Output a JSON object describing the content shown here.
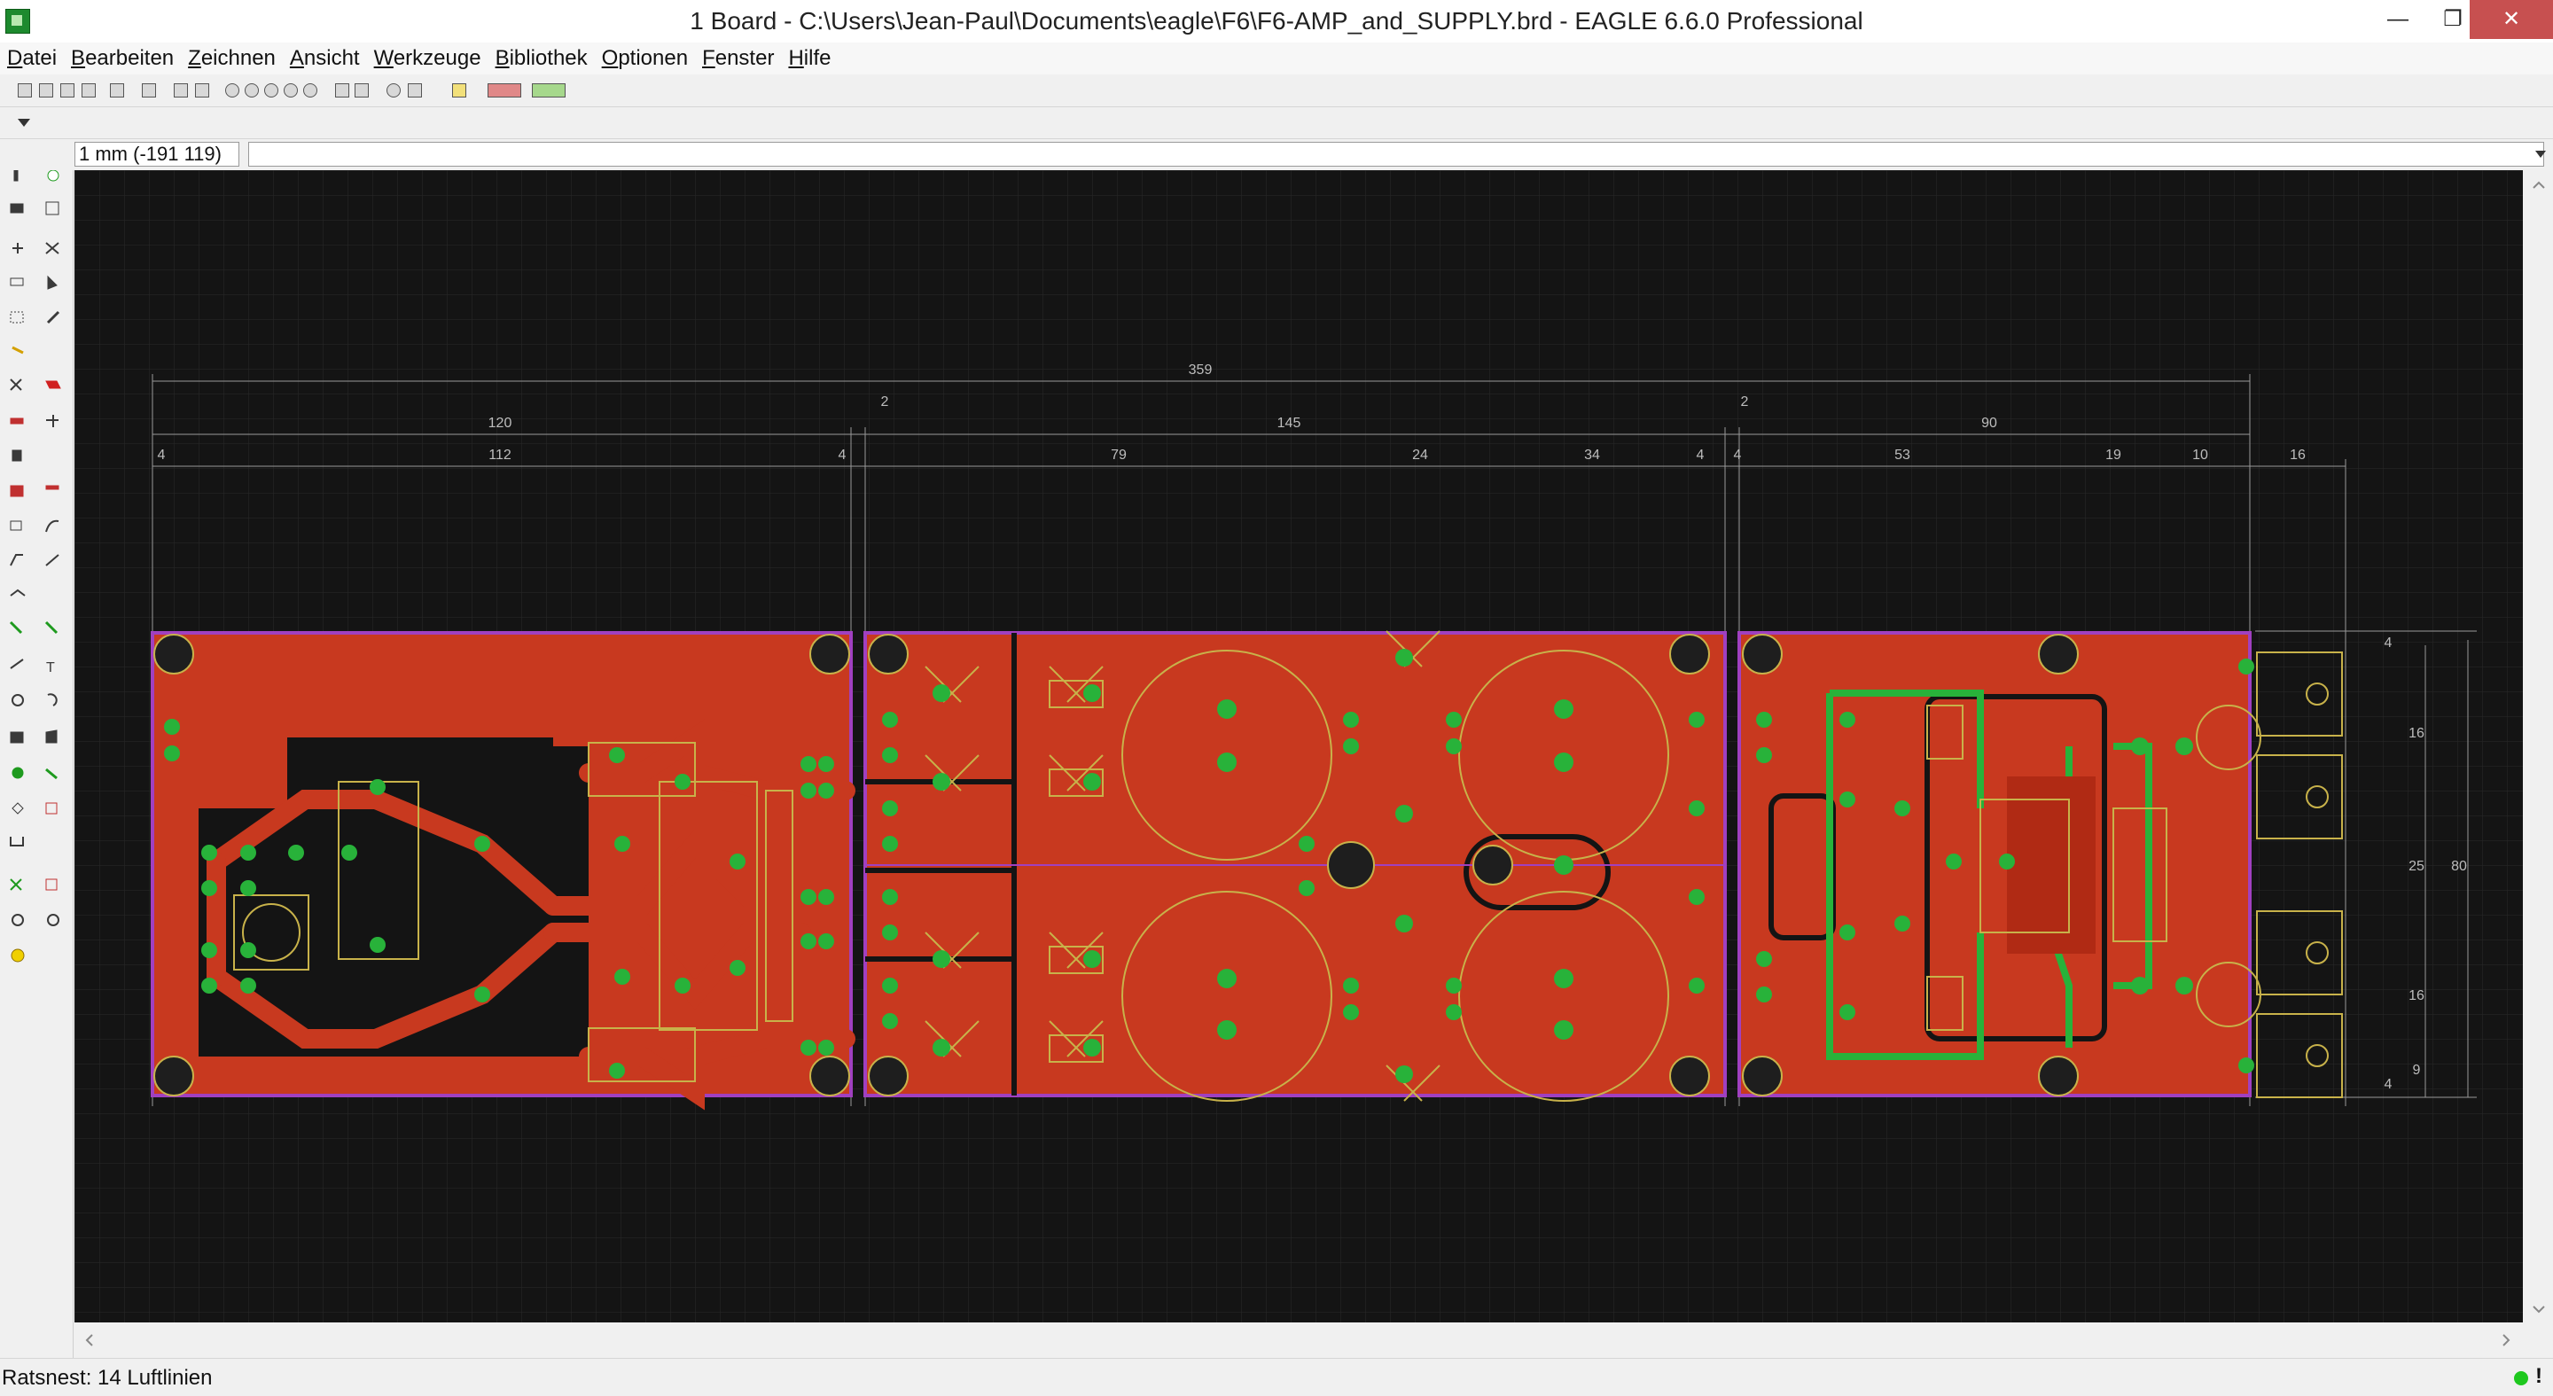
{
  "window": {
    "title": "1 Board - C:\\Users\\Jean-Paul\\Documents\\eagle\\F6\\F6-AMP_and_SUPPLY.brd - EAGLE 6.6.0 Professional",
    "minimize": "—",
    "maximize": "❐",
    "close": "✕"
  },
  "menu": [
    "Datei",
    "Bearbeiten",
    "Zeichnen",
    "Ansicht",
    "Werkzeuge",
    "Bibliothek",
    "Optionen",
    "Fenster",
    "Hilfe"
  ],
  "coord": {
    "readout": "1 mm (-191 119)",
    "command_value": ""
  },
  "dimensions": {
    "total": "359",
    "sections": [
      "120",
      "2",
      "145",
      "2",
      "90"
    ],
    "sub": [
      "4",
      "112",
      "4",
      "79",
      "24",
      "34",
      "4",
      "4",
      "53",
      "19",
      "10",
      "16"
    ],
    "right": [
      "4",
      "16",
      "16",
      "25",
      "80",
      "9",
      "4"
    ]
  },
  "status": {
    "text": "Ratsnest: 14 Luftlinien",
    "indicator_color": "#1ec81e",
    "alert": "!"
  },
  "colors": {
    "canvas": "#141414",
    "copper": "#c8391f",
    "pads": "#28b23a",
    "outline": "#a040c0",
    "silkscreen": "#c8b24a",
    "dimension": "#9a9a9a"
  }
}
